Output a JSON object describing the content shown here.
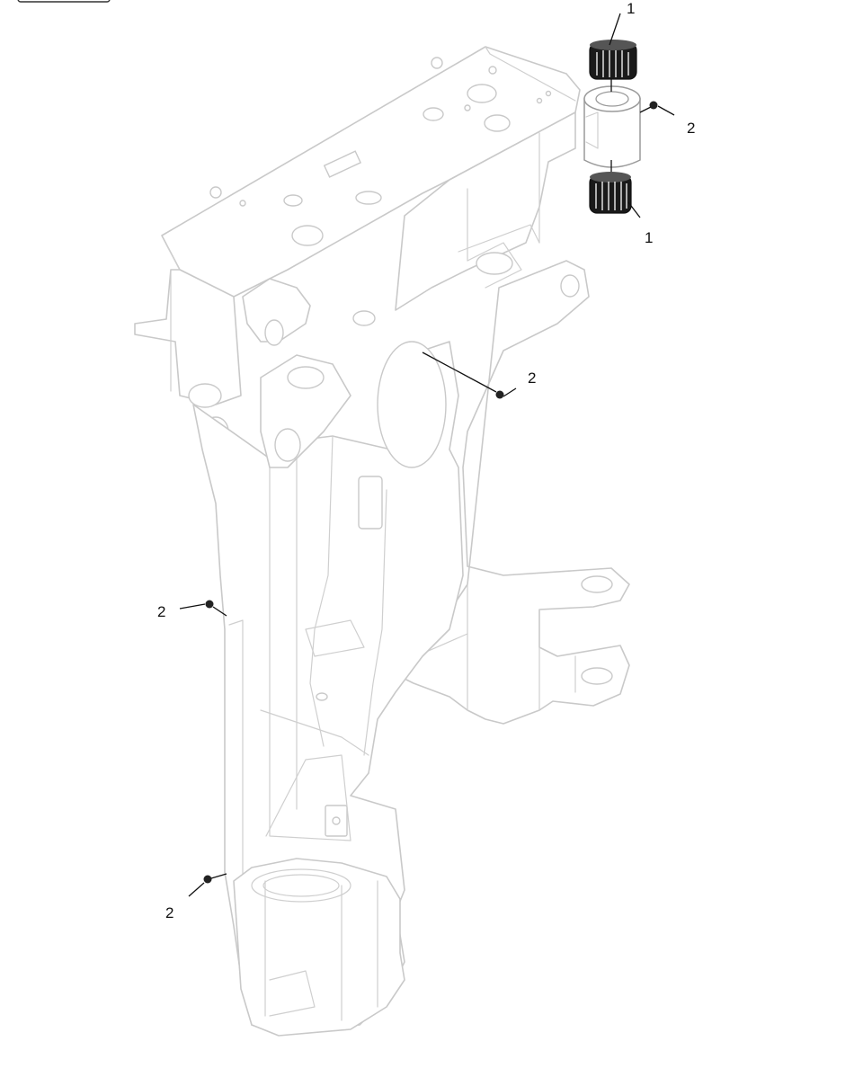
{
  "diagram": {
    "callouts": [
      {
        "id": "c1",
        "label": "1"
      },
      {
        "id": "c2",
        "label": "2"
      },
      {
        "id": "c3",
        "label": "1"
      },
      {
        "id": "c4",
        "label": "2"
      },
      {
        "id": "c5",
        "label": "2"
      },
      {
        "id": "c6",
        "label": "2"
      }
    ]
  }
}
